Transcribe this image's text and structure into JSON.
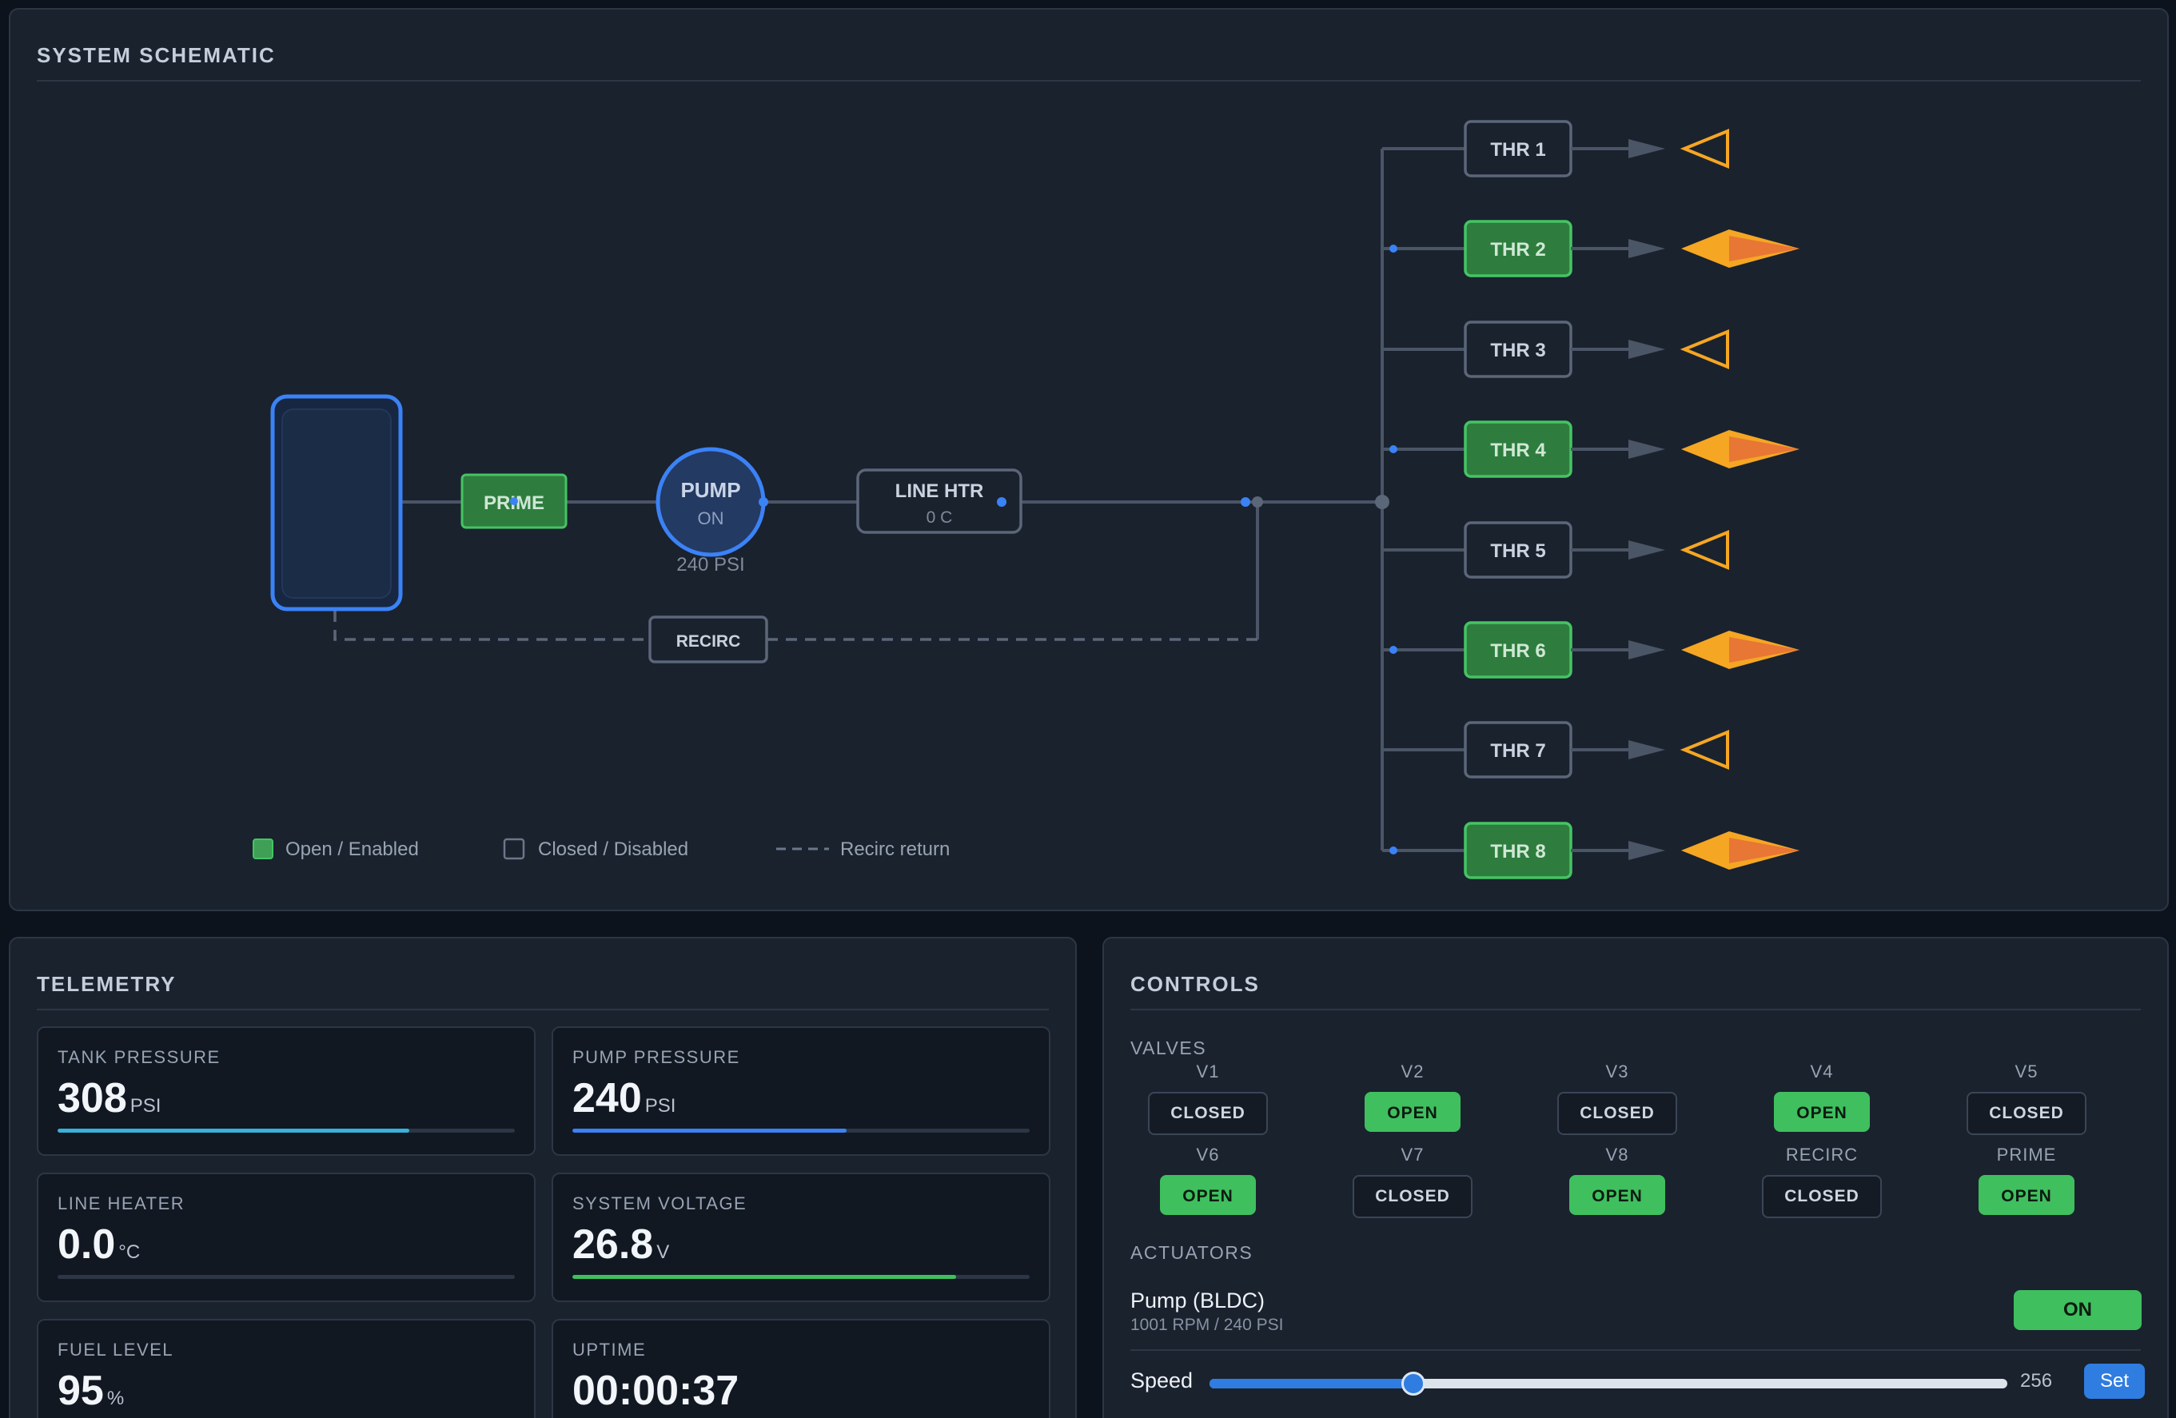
{
  "schematic": {
    "title": "SYSTEM SCHEMATIC",
    "prime_label": "PRIME",
    "pump": {
      "label": "PUMP",
      "state": "ON",
      "pressure": "240 PSI"
    },
    "heater": {
      "label": "LINE HTR",
      "temp": "0 C"
    },
    "recirc_label": "RECIRC",
    "thrusters": [
      {
        "label": "THR 1",
        "active": false
      },
      {
        "label": "THR 2",
        "active": true
      },
      {
        "label": "THR 3",
        "active": false
      },
      {
        "label": "THR 4",
        "active": true
      },
      {
        "label": "THR 5",
        "active": false
      },
      {
        "label": "THR 6",
        "active": true
      },
      {
        "label": "THR 7",
        "active": false
      },
      {
        "label": "THR 8",
        "active": true
      }
    ],
    "legend": {
      "open": "Open / Enabled",
      "closed": "Closed / Disabled",
      "recirc": "Recirc return"
    },
    "colors": {
      "open_fill": "#2e7d3e",
      "open_stroke": "#45c463",
      "pipe": "#4a5566",
      "accent": "#3b82f6",
      "flame": "#f5a623"
    }
  },
  "telemetry": {
    "title": "TELEMETRY",
    "cards": [
      {
        "label": "TANK PRESSURE",
        "value": "308",
        "unit": "PSI",
        "fraction": 0.77,
        "color": "#38b2d8"
      },
      {
        "label": "PUMP PRESSURE",
        "value": "240",
        "unit": "PSI",
        "fraction": 0.6,
        "color": "#3b82f6"
      },
      {
        "label": "LINE HEATER",
        "value": "0.0",
        "unit": "°C",
        "fraction": 0.0,
        "color": "#e0833a"
      },
      {
        "label": "SYSTEM VOLTAGE",
        "value": "26.8",
        "unit": "V",
        "fraction": 0.84,
        "color": "#3fbf5e"
      },
      {
        "label": "FUEL LEVEL",
        "value": "95",
        "unit": "%",
        "fraction": 0.95,
        "color": "#3fbf5e"
      },
      {
        "label": "UPTIME",
        "value": "00:00:37",
        "unit": "",
        "fraction": 0,
        "color": "#3b82f6"
      }
    ]
  },
  "controls": {
    "title": "CONTROLS",
    "valves_heading": "VALVES",
    "valves": [
      {
        "name": "V1",
        "state": "CLOSED"
      },
      {
        "name": "V2",
        "state": "OPEN"
      },
      {
        "name": "V3",
        "state": "CLOSED"
      },
      {
        "name": "V4",
        "state": "OPEN"
      },
      {
        "name": "V5",
        "state": "CLOSED"
      },
      {
        "name": "V6",
        "state": "OPEN"
      },
      {
        "name": "V7",
        "state": "CLOSED"
      },
      {
        "name": "V8",
        "state": "OPEN"
      },
      {
        "name": "RECIRC",
        "state": "CLOSED"
      },
      {
        "name": "PRIME",
        "state": "OPEN"
      }
    ],
    "actuators_heading": "ACTUATORS",
    "pump": {
      "name": "Pump (BLDC)",
      "detail": "1001 RPM / 240 PSI",
      "toggle": "ON"
    },
    "speed": {
      "label": "Speed",
      "value": "256",
      "min": 0,
      "max": 1000,
      "current": 256,
      "set_label": "Set"
    }
  }
}
